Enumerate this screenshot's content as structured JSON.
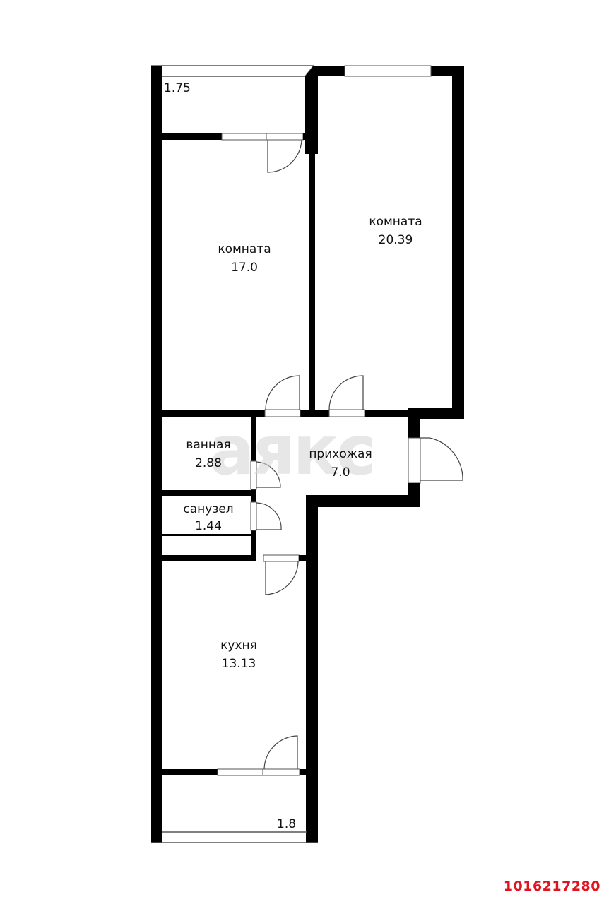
{
  "floorplan": {
    "watermark": "аякс",
    "listing_id": "1016217280",
    "units": "m²",
    "rooms": [
      {
        "id": "balcony_top",
        "name": "",
        "area": "1.75"
      },
      {
        "id": "room1",
        "name": "комната",
        "area": "17.0"
      },
      {
        "id": "room2",
        "name": "комната",
        "area": "20.39"
      },
      {
        "id": "bathroom",
        "name": "ванная",
        "area": "2.88"
      },
      {
        "id": "hallway",
        "name": "прихожая",
        "area": "7.0"
      },
      {
        "id": "toilet",
        "name": "санузел",
        "area": "1.44"
      },
      {
        "id": "kitchen",
        "name": "кухня",
        "area": "13.13"
      },
      {
        "id": "balcony_bottom",
        "name": "",
        "area": "1.8"
      }
    ],
    "colors": {
      "wall": "#000000",
      "background": "#ffffff",
      "watermark": "#d8d8d8",
      "listing_id": "#e0141e"
    }
  }
}
